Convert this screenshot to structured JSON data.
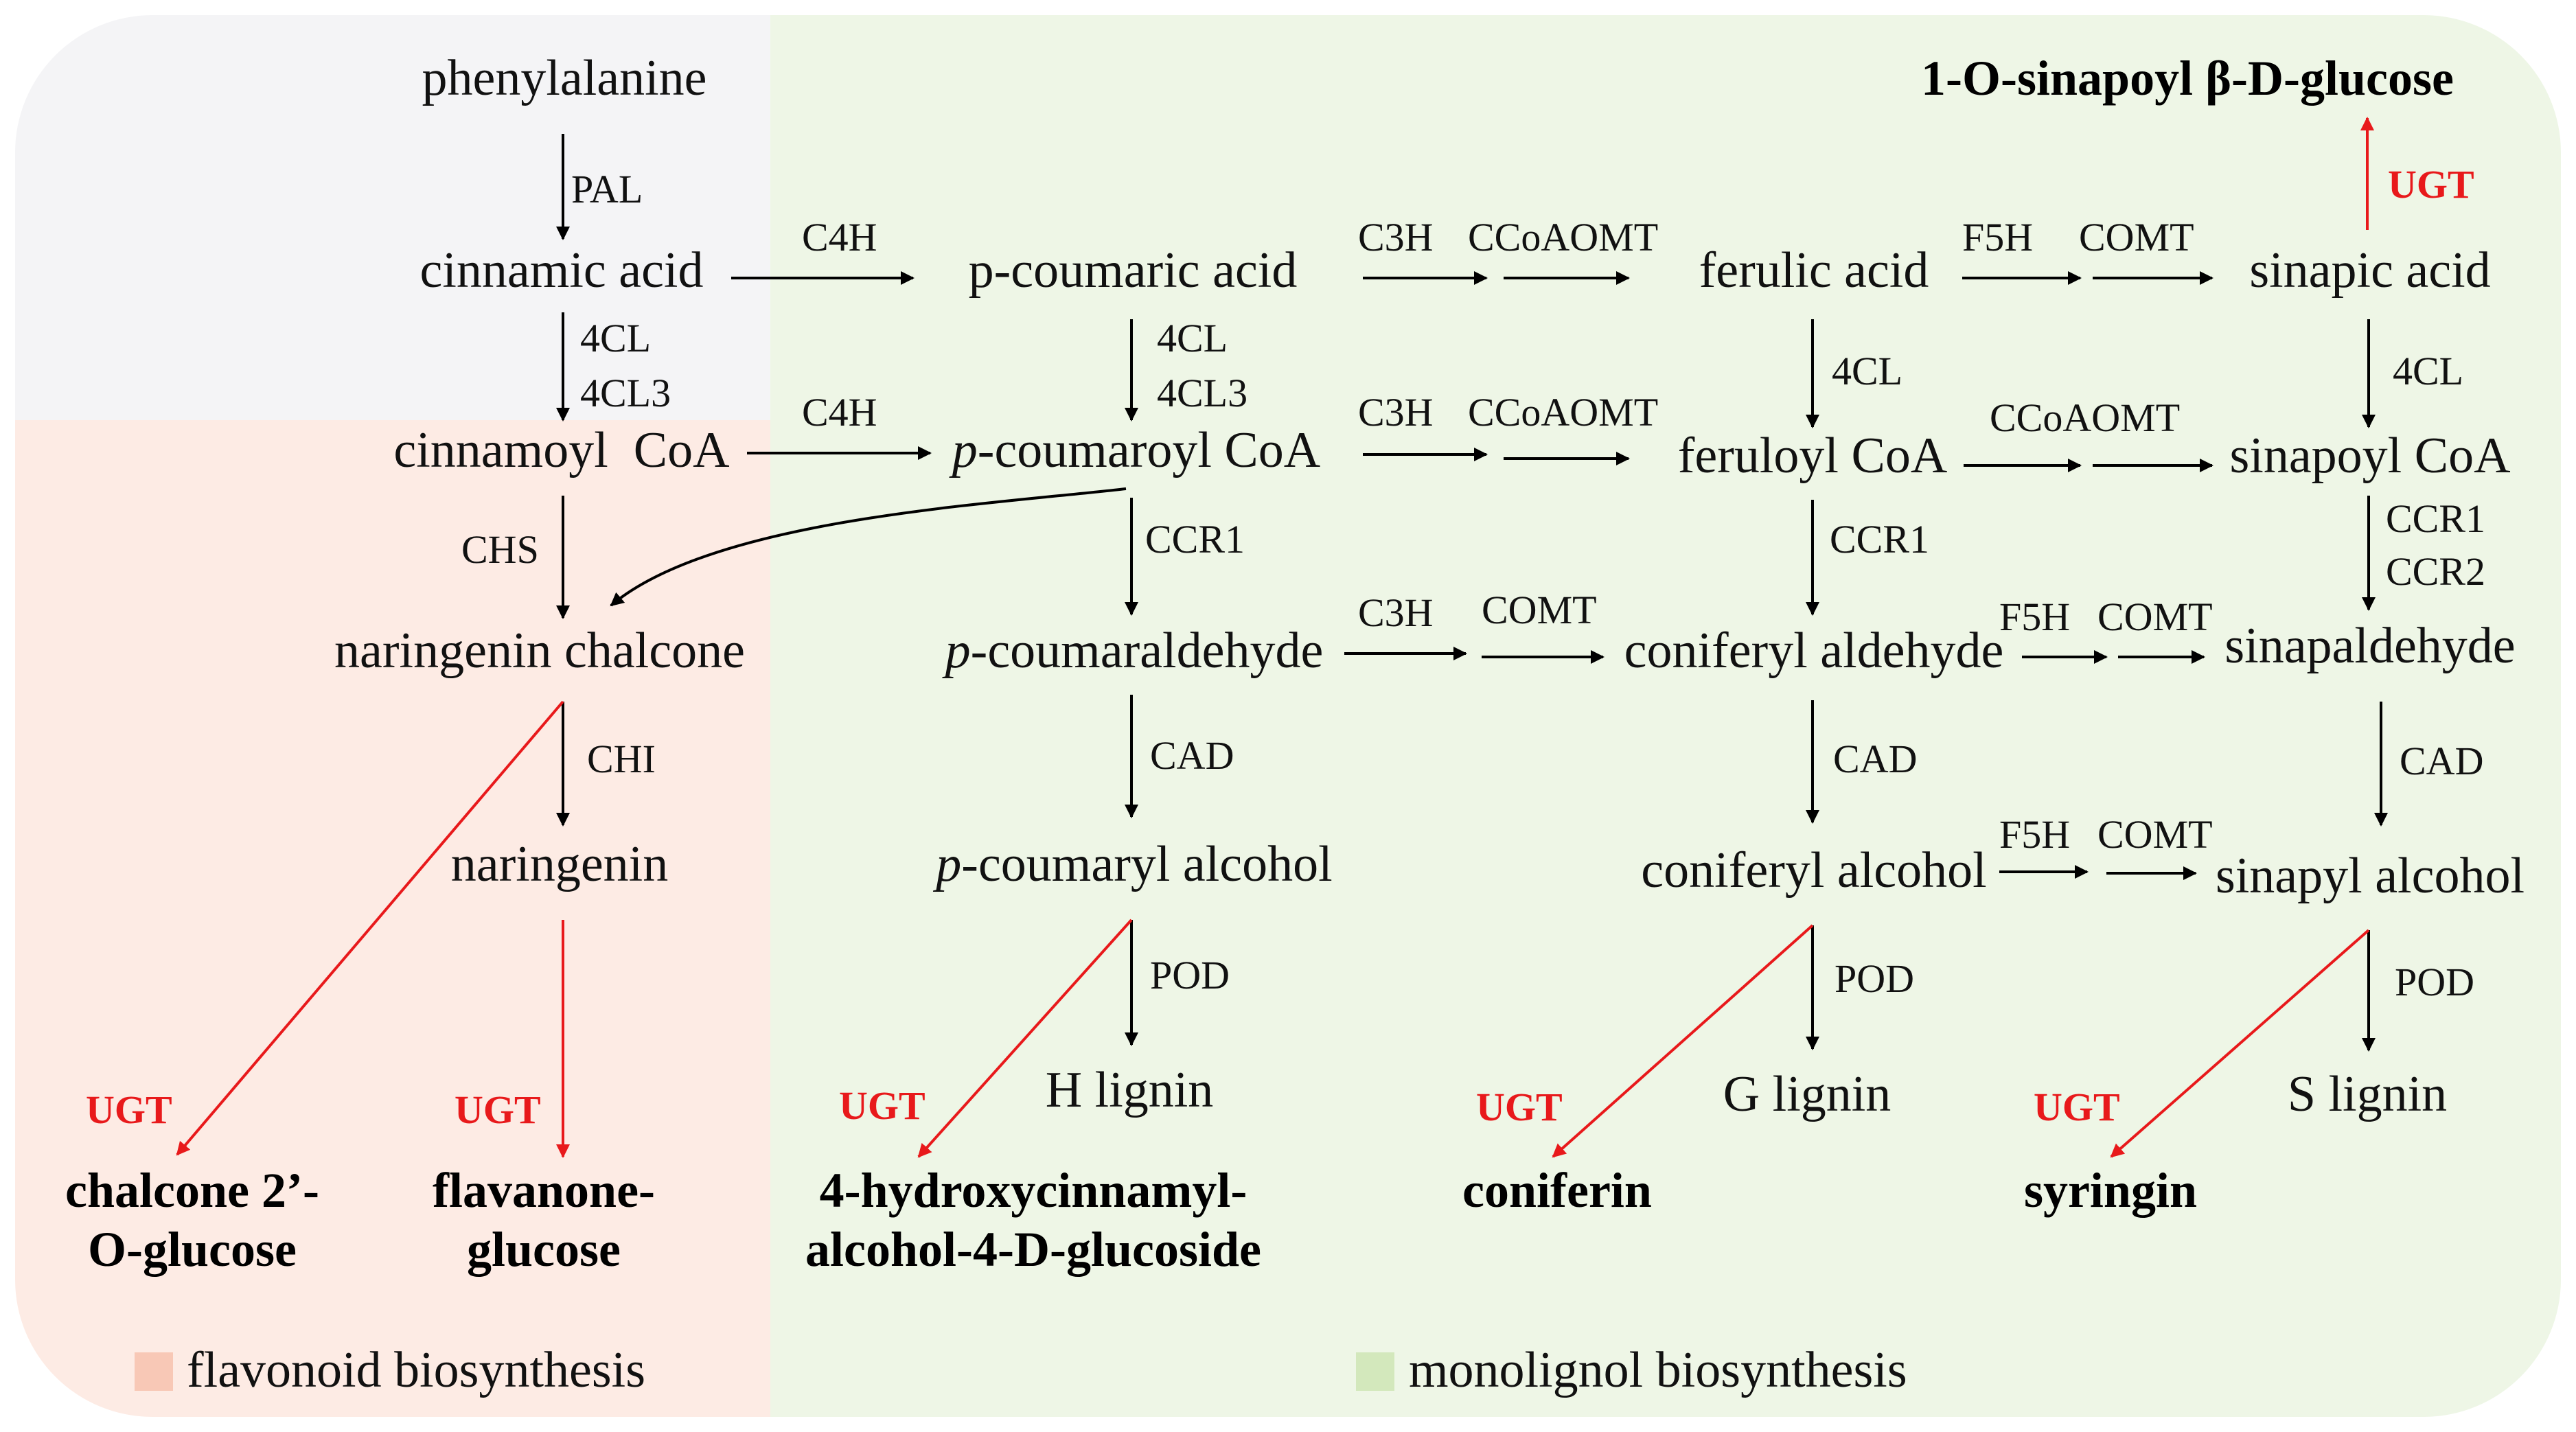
{
  "colors": {
    "flavonoid_bg": "#fdebe4",
    "monolignol_bg": "#eef6e6",
    "top_bg": "#f4f4f6",
    "flavonoid_swatch": "#f8c8b6",
    "monolignol_swatch": "#d3e8bc",
    "ugt_red": "#e8191b",
    "arrow_black": "#000000"
  },
  "compounds": {
    "phenylalanine": "phenylalanine",
    "cinnamic_acid": "cinnamic acid",
    "cinnamoyl_coa": "cinnamoyl  CoA",
    "naringenin_chalcone": "naringenin chalcone",
    "naringenin": "naringenin",
    "p_coumaric_acid": "p-coumaric acid",
    "p_coumaroyl_coa_italic": "p",
    "p_coumaroyl_coa_rest": "-coumaroyl CoA",
    "p_coumaraldehyde_italic": "p",
    "p_coumaraldehyde_rest": "-coumaraldehyde",
    "p_coumaryl_alcohol_italic": "p",
    "p_coumaryl_alcohol_rest": "-coumaryl alcohol",
    "h_lignin": "H lignin",
    "ferulic_acid": "ferulic acid",
    "feruloyl_coa": "feruloyl CoA",
    "coniferyl_aldehyde": "coniferyl aldehyde",
    "coniferyl_alcohol": "coniferyl alcohol",
    "g_lignin": "G lignin",
    "sinapic_acid": "sinapic acid",
    "sinapoyl_coa": "sinapoyl CoA",
    "sinapaldehyde": "sinapaldehyde",
    "sinapyl_alcohol": "sinapyl alcohol",
    "s_lignin": "S lignin"
  },
  "glucosides": {
    "sinapoyl_glucose": "1-O-sinapoyl β-D-glucose",
    "chalcone_glucose_line1": "chalcone 2’-",
    "chalcone_glucose_line2": "O-glucose",
    "flavanone_glucose_line1": "flavanone-",
    "flavanone_glucose_line2": "glucose",
    "hydroxycinnamyl_line1": "4-hydroxycinnamyl-",
    "hydroxycinnamyl_line2": "alcohol-4-D-glucoside",
    "coniferin": "coniferin",
    "syringin": "syringin"
  },
  "enzymes": {
    "pal": "PAL",
    "c4h_1": "C4H",
    "c4h_2": "C4H",
    "fourcl_1a": "4CL",
    "fourcl_1b": "4CL3",
    "fourcl_2a": "4CL",
    "fourcl_2b": "4CL3",
    "fourcl_3": "4CL",
    "fourcl_4": "4CL",
    "chs": "CHS",
    "chi": "CHI",
    "c3h_1": "C3H",
    "ccoaomt_1": "CCoAOMT",
    "c3h_2": "C3H",
    "ccoaomt_2": "CCoAOMT",
    "c3h_3": "C3H",
    "comt_1": "COMT",
    "f5h_1": "F5H",
    "comt_2": "COMT",
    "ccoaomt_3": "CCoAOMT",
    "f5h_2": "F5H",
    "comt_3": "COMT",
    "f5h_3": "F5H",
    "comt_4": "COMT",
    "ccr1_1": "CCR1",
    "ccr1_2": "CCR1",
    "ccr1_3": "CCR1",
    "ccr2": "CCR2",
    "cad_1": "CAD",
    "cad_2": "CAD",
    "cad_3": "CAD",
    "pod_1": "POD",
    "pod_2": "POD",
    "pod_3": "POD",
    "ugt_1": "UGT",
    "ugt_2": "UGT",
    "ugt_3": "UGT",
    "ugt_4": "UGT",
    "ugt_5": "UGT",
    "ugt_6": "UGT"
  },
  "legend": {
    "flavonoid": "flavonoid biosynthesis",
    "monolignol": "monolignol biosynthesis"
  }
}
